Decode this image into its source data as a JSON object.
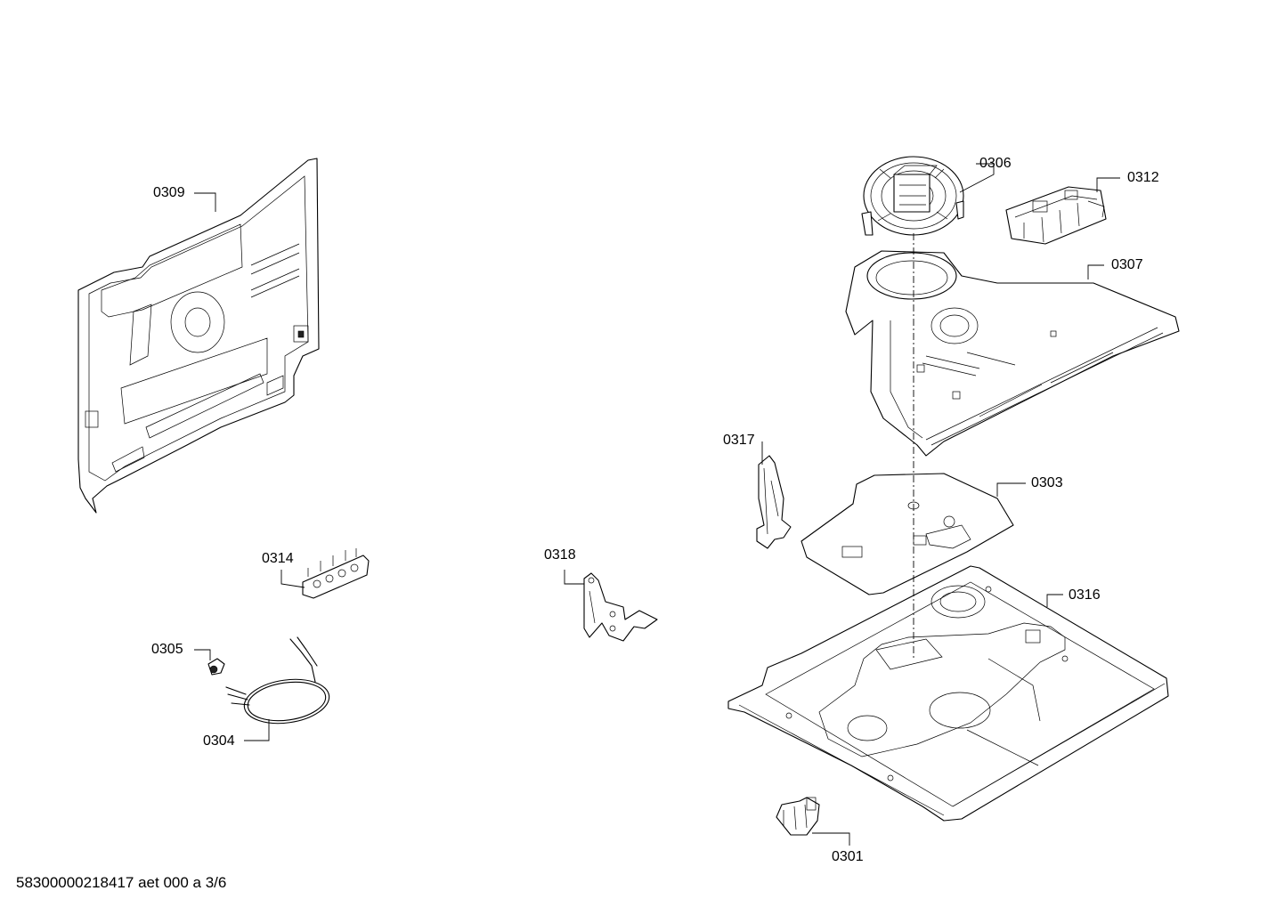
{
  "parts": [
    {
      "id": "0309",
      "label": "0309"
    },
    {
      "id": "0306",
      "label": "0306"
    },
    {
      "id": "0312",
      "label": "0312"
    },
    {
      "id": "0307",
      "label": "0307"
    },
    {
      "id": "0317",
      "label": "0317"
    },
    {
      "id": "0303",
      "label": "0303"
    },
    {
      "id": "0314",
      "label": "0314"
    },
    {
      "id": "0318",
      "label": "0318"
    },
    {
      "id": "0316",
      "label": "0316"
    },
    {
      "id": "0305",
      "label": "0305"
    },
    {
      "id": "0304",
      "label": "0304"
    },
    {
      "id": "0301",
      "label": "0301"
    }
  ],
  "footer": {
    "text": "58300000218417 aet 000 a 3/6"
  }
}
